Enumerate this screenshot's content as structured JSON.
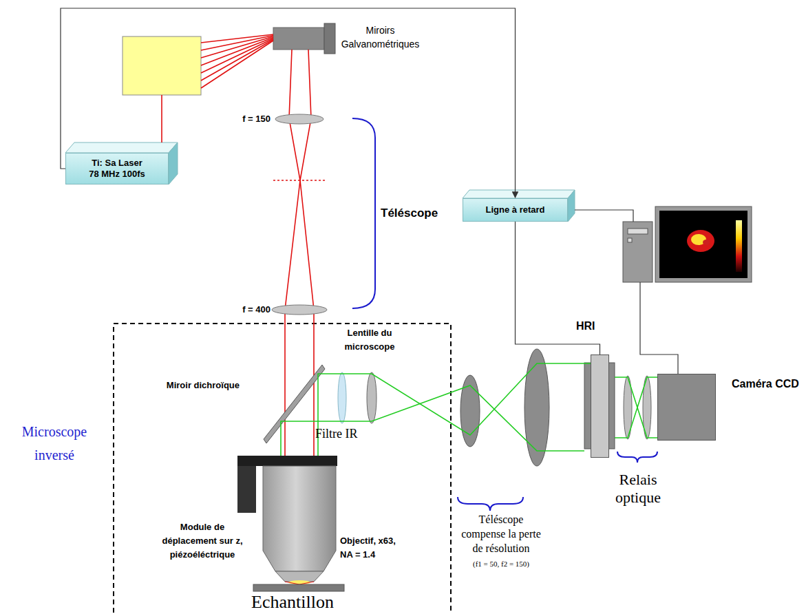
{
  "diagram": {
    "nodes": [
      {
        "text": [
          "Ti: Sa Laser 78 MHz 100fs"
        ]
      },
      {
        "text": [
          "Ligne à retard"
        ]
      },
      {
        "text": [
          "HRI"
        ]
      },
      {
        "text": [
          "Caméra CCD"
        ]
      }
    ],
    "edges": [
      {
        "from": 0,
        "to": 1,
        "arrow": "to"
      },
      {
        "from": 1,
        "to": 2,
        "arrow": "none"
      }
    ],
    "labels": [
      "Miroirs Galvanométriques",
      "f = 150",
      "Téléscope",
      "f = 400",
      "Lentille du microscope",
      "Miroir dichroïque",
      "Filtre IR",
      "Microscope inversé",
      "Module de déplacement sur z, piézoéléctrique",
      "Objectif, x63, NA = 1.4",
      "Echantillon",
      "Téléscope compense la perte de résolution",
      "(f1 = 50, f2 = 150)",
      "Relais optique"
    ]
  }
}
